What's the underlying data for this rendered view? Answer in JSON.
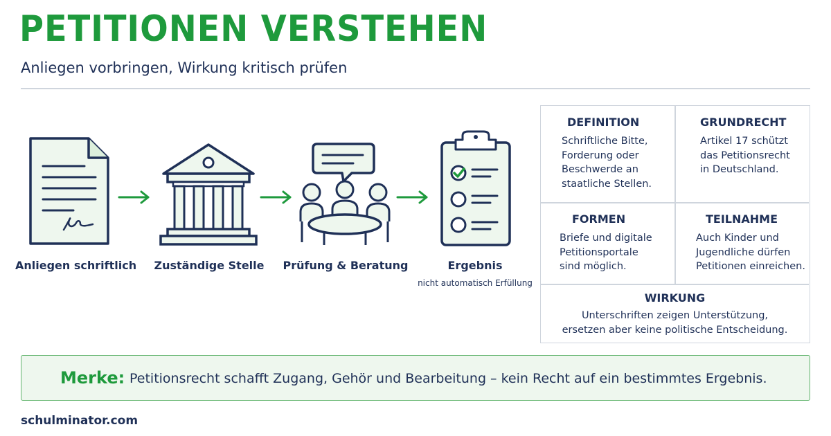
{
  "header": {
    "title": "PETITIONEN VERSTEHEN",
    "subtitle": "Anliegen vorbringen, Wirkung kritisch prüfen"
  },
  "flow": {
    "steps": [
      {
        "label": "Anliegen schriftlich",
        "icon": "document-signature-icon"
      },
      {
        "label": "Zuständige Stelle",
        "icon": "government-building-icon"
      },
      {
        "label": "Prüfung & Beratung",
        "icon": "meeting-discussion-icon"
      },
      {
        "label": "Ergebnis",
        "note": "nicht automatisch Erfüllung",
        "icon": "checklist-clipboard-icon"
      }
    ]
  },
  "info": {
    "definition": {
      "heading": "DEFINITION",
      "lines": [
        "Schriftliche Bitte,",
        "Forderung oder",
        "Beschwerde an",
        "staatliche Stellen."
      ]
    },
    "grundrecht": {
      "heading": "GRUNDRECHT",
      "lines": [
        "Artikel 17 schützt",
        "das Petitionsrecht",
        "in Deutschland."
      ]
    },
    "formen": {
      "heading": "FORMEN",
      "lines": [
        "Briefe und digitale",
        "Petitionsportale",
        "sind möglich."
      ]
    },
    "teilnahme": {
      "heading": "TEILNAHME",
      "lines": [
        "Auch Kinder und",
        "Jugendliche dürfen",
        "Petitionen einreichen."
      ]
    },
    "wirkung": {
      "heading": "WIRKUNG",
      "lines": [
        "Unterschriften zeigen Unterstützung,",
        "ersetzen aber keine politische Entscheidung."
      ]
    }
  },
  "merke": {
    "label": "Merke:",
    "text": "Petitionsrecht schafft Zugang, Gehör und Bearbeitung – kein Recht auf ein bestimmtes Ergebnis."
  },
  "footer": {
    "source": "schulminator.com"
  },
  "colors": {
    "green": "#1e9a3c",
    "navy": "#1f3057",
    "light_green": "#eef7ee",
    "border": "#cfd5dd"
  }
}
